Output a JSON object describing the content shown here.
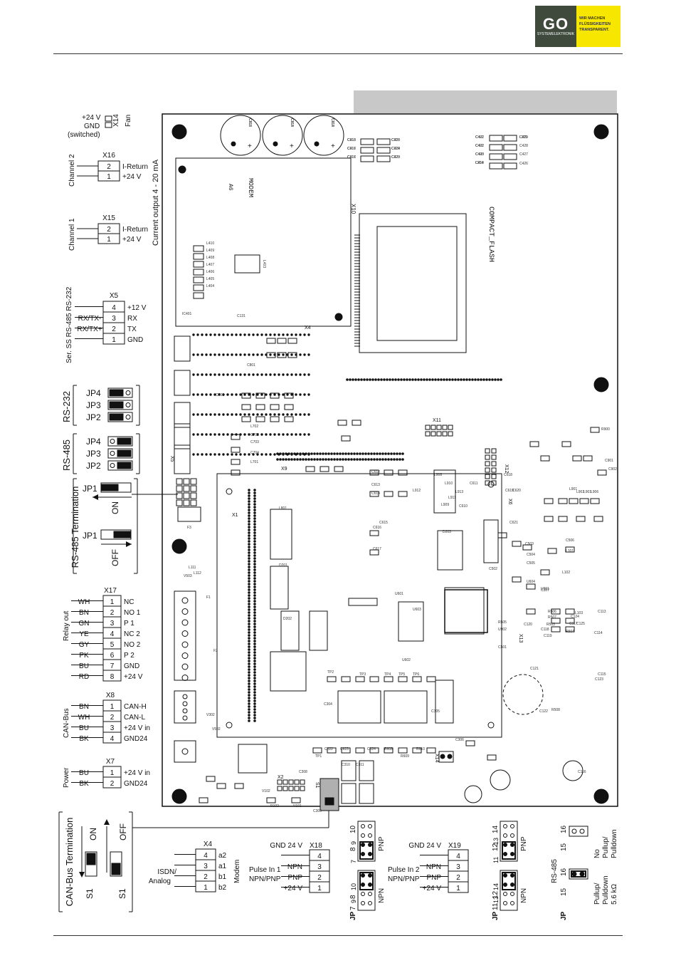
{
  "logo": {
    "brand": "GO",
    "sub": "SYSTEMELEKTRONIK",
    "slogan_1": "WIR MACHEN",
    "slogan_2": "FLÜSSIGKEITEN",
    "slogan_3": "TRANSPARENT."
  },
  "x14": {
    "name": "X14",
    "fan": "Fan",
    "l1": "+24 V",
    "l2": "GND",
    "l3": "(switched)"
  },
  "current_output": "Current output 4 - 20 mA",
  "x16": {
    "name": "X16",
    "channel": "Channel 2",
    "pins": [
      {
        "n": "2",
        "label": "I-Return"
      },
      {
        "n": "1",
        "label": "+24 V"
      }
    ]
  },
  "x15": {
    "name": "X15",
    "channel": "Channel 1",
    "pins": [
      {
        "n": "2",
        "label": "I-Return"
      },
      {
        "n": "1",
        "label": "+24 V"
      }
    ]
  },
  "x5": {
    "name": "X5",
    "side": "Ser. SS  RS-485  RS-232",
    "pins": [
      {
        "n": "4",
        "label": "+12 V",
        "wire": ""
      },
      {
        "n": "3",
        "label": "RX",
        "wire": "RX/TX-"
      },
      {
        "n": "2",
        "label": "TX",
        "wire": "RX/TX+"
      },
      {
        "n": "1",
        "label": "GND",
        "wire": ""
      }
    ]
  },
  "rs232": {
    "title": "RS-232",
    "jp": [
      "JP4",
      "JP3",
      "JP2"
    ]
  },
  "rs485": {
    "title": "RS-485",
    "jp": [
      "JP4",
      "JP3",
      "JP2"
    ]
  },
  "rs485term": {
    "title": "RS-485 Termination",
    "jp": "JP1",
    "on": "ON",
    "off": "OFF"
  },
  "x17": {
    "name": "X17",
    "side": "Relay out",
    "pins": [
      {
        "wire": "WH",
        "n": "1",
        "label": "NC"
      },
      {
        "wire": "BN",
        "n": "2",
        "label": "NO 1"
      },
      {
        "wire": "GN",
        "n": "3",
        "label": "P 1"
      },
      {
        "wire": "YE",
        "n": "4",
        "label": "NC 2"
      },
      {
        "wire": "GY",
        "n": "5",
        "label": "NO 2"
      },
      {
        "wire": "PK",
        "n": "6",
        "label": "P 2"
      },
      {
        "wire": "BU",
        "n": "7",
        "label": "GND"
      },
      {
        "wire": "RD",
        "n": "8",
        "label": "+24 V"
      }
    ]
  },
  "x8": {
    "name": "X8",
    "side": "CAN-Bus",
    "pins": [
      {
        "wire": "BN",
        "n": "1",
        "label": "CAN-H"
      },
      {
        "wire": "WH",
        "n": "2",
        "label": "CAN-L"
      },
      {
        "wire": "BU",
        "n": "3",
        "label": "+24 V in"
      },
      {
        "wire": "BK",
        "n": "4",
        "label": "GND24"
      }
    ]
  },
  "x7": {
    "name": "X7",
    "side": "Power",
    "pins": [
      {
        "wire": "BU",
        "n": "1",
        "label": "+24 V in"
      },
      {
        "wire": "BK",
        "n": "2",
        "label": "GND24"
      }
    ]
  },
  "canterm": {
    "title": "CAN-Bus Termination",
    "s": "S1",
    "on": "ON",
    "off": "OFF"
  },
  "x4": {
    "name": "X4",
    "side": "Modem",
    "left": "ISDN/ Analog",
    "pins": [
      {
        "n": "4",
        "label": "a2"
      },
      {
        "n": "3",
        "label": "a1"
      },
      {
        "n": "2",
        "label": "b1"
      },
      {
        "n": "1",
        "label": "b2"
      }
    ]
  },
  "x18": {
    "name": "X18",
    "gnd": "GND 24 V",
    "pulse": "Pulse In 1",
    "npnpnp": "NPN/PNP",
    "pins": [
      {
        "label": "",
        "n": "4"
      },
      {
        "label": "NPN",
        "n": "3"
      },
      {
        "label": "PNP",
        "n": "2"
      },
      {
        "label": "+24 V",
        "n": "1"
      }
    ]
  },
  "x19": {
    "name": "X19",
    "gnd": "GND 24 V",
    "pulse": "Pulse In 2",
    "npnpnp": "NPN/PNP",
    "pins": [
      {
        "label": "",
        "n": "4"
      },
      {
        "label": "NPN",
        "n": "3"
      },
      {
        "label": "PNP",
        "n": "2"
      },
      {
        "label": "+24 V",
        "n": "1"
      }
    ]
  },
  "jp_pulse": {
    "jp": "JP",
    "n7": "7",
    "n8": "8",
    "n9": "9",
    "n10": "10",
    "n11": "11",
    "n12": "12",
    "n13": "13",
    "n14": "14",
    "pnp": "PNP",
    "npn": "NPN"
  },
  "rs485_pull": {
    "title": "RS-485",
    "jp": "JP",
    "n15": "15",
    "n16": "16",
    "no_pull": "No Pullup/ Pulldown",
    "pull": "Pullup/ Pulldown 5.6 kΩ"
  },
  "board": {
    "modem": "MODEM",
    "a6": "A6",
    "compact_flash": "COMPACT_FLASH",
    "x10": "X10",
    "x9": "X9",
    "x4b": "X4",
    "x11": "X11",
    "x12": "X12",
    "x6": "X6",
    "x5b": "X5",
    "x1": "X1",
    "x2": "X2",
    "x13": "X13",
    "s1": "S1",
    "x14b": "X14",
    "labels": [
      "C415",
      "C414",
      "C413",
      "C418",
      "C417",
      "C416",
      "C425",
      "C424",
      "C423",
      "C422",
      "C421",
      "C420",
      "C419",
      "C429",
      "C428",
      "C427",
      "C426",
      "L410",
      "L409",
      "L408",
      "L407",
      "L406",
      "L405",
      "L404",
      "L403",
      "IC401",
      "C131",
      "C801",
      "L801",
      "D201",
      "D202",
      "D203",
      "U601",
      "U602",
      "U603",
      "U604",
      "U901",
      "U902",
      "C501",
      "C502",
      "C503",
      "C504",
      "C505",
      "C506",
      "L101",
      "L102",
      "L103",
      "C113",
      "C114",
      "C115",
      "C116",
      "C117",
      "C118",
      "C119",
      "C120",
      "C121",
      "C122",
      "C123",
      "C124",
      "C125",
      "R503",
      "R504",
      "R505",
      "R506",
      "R507",
      "R508",
      "R102",
      "V101",
      "V102",
      "V302",
      "V502",
      "V503",
      "L111",
      "L112",
      "F1",
      "F2",
      "F3",
      "C701",
      "C702",
      "C703",
      "C704",
      "L701",
      "L702",
      "R900",
      "C901",
      "C902",
      "L901",
      "L902",
      "L903",
      "L906",
      "L908",
      "L909",
      "L910",
      "L911",
      "L912",
      "L913",
      "C610",
      "C611",
      "C612",
      "C613",
      "C614",
      "C615",
      "C616",
      "C617",
      "C618",
      "C619",
      "C620",
      "C621",
      "C622",
      "C623",
      "C624",
      "R608",
      "R609",
      "R610",
      "TP1",
      "TP2",
      "TP3",
      "TP4",
      "TP5",
      "TP6",
      "C304",
      "C305",
      "C306",
      "C307",
      "C308",
      "C309",
      "C310",
      "C311",
      "C312",
      "C313",
      "C314",
      "C315",
      "C316",
      "C317",
      "C318",
      "C319",
      "C320",
      "C401",
      "C402",
      "C403",
      "L304",
      "L305"
    ]
  }
}
